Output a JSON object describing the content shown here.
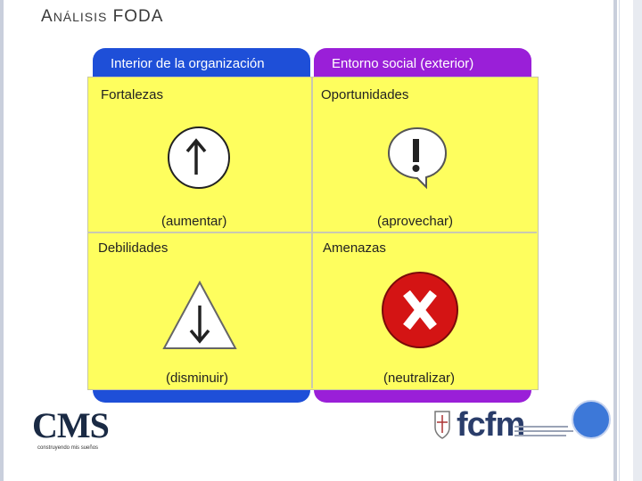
{
  "slide": {
    "title_first_letter": "A",
    "title_rest": "NÁLISIS",
    "title_word2": "FODA"
  },
  "diagram": {
    "header_left": "Interior de la organización",
    "header_right": "Entorno social (exterior)",
    "quadrants": [
      {
        "title": "Fortalezas",
        "caption": "(aumentar)",
        "icon": "up-arrow-circle-icon",
        "color": "#ffffff"
      },
      {
        "title": "Oportunidades",
        "caption": "(aprovechar)",
        "icon": "exclamation-bubble-icon",
        "color": "#ffffff"
      },
      {
        "title": "Debilidades",
        "caption": "(disminuir)",
        "icon": "down-arrow-triangle-icon",
        "color": "#ffffff"
      },
      {
        "title": "Amenazas",
        "caption": "(neutralizar)",
        "icon": "x-circle-icon",
        "color": "#d41414"
      }
    ],
    "colors": {
      "interior_band": "#1e4fd8",
      "exterior_band": "#9a1fd8",
      "grid_fill": "#fefe5e"
    }
  },
  "logos": {
    "left": {
      "name": "CMS",
      "tagline": "construyendo mis sueños"
    },
    "right": {
      "name": "fcfm"
    }
  }
}
